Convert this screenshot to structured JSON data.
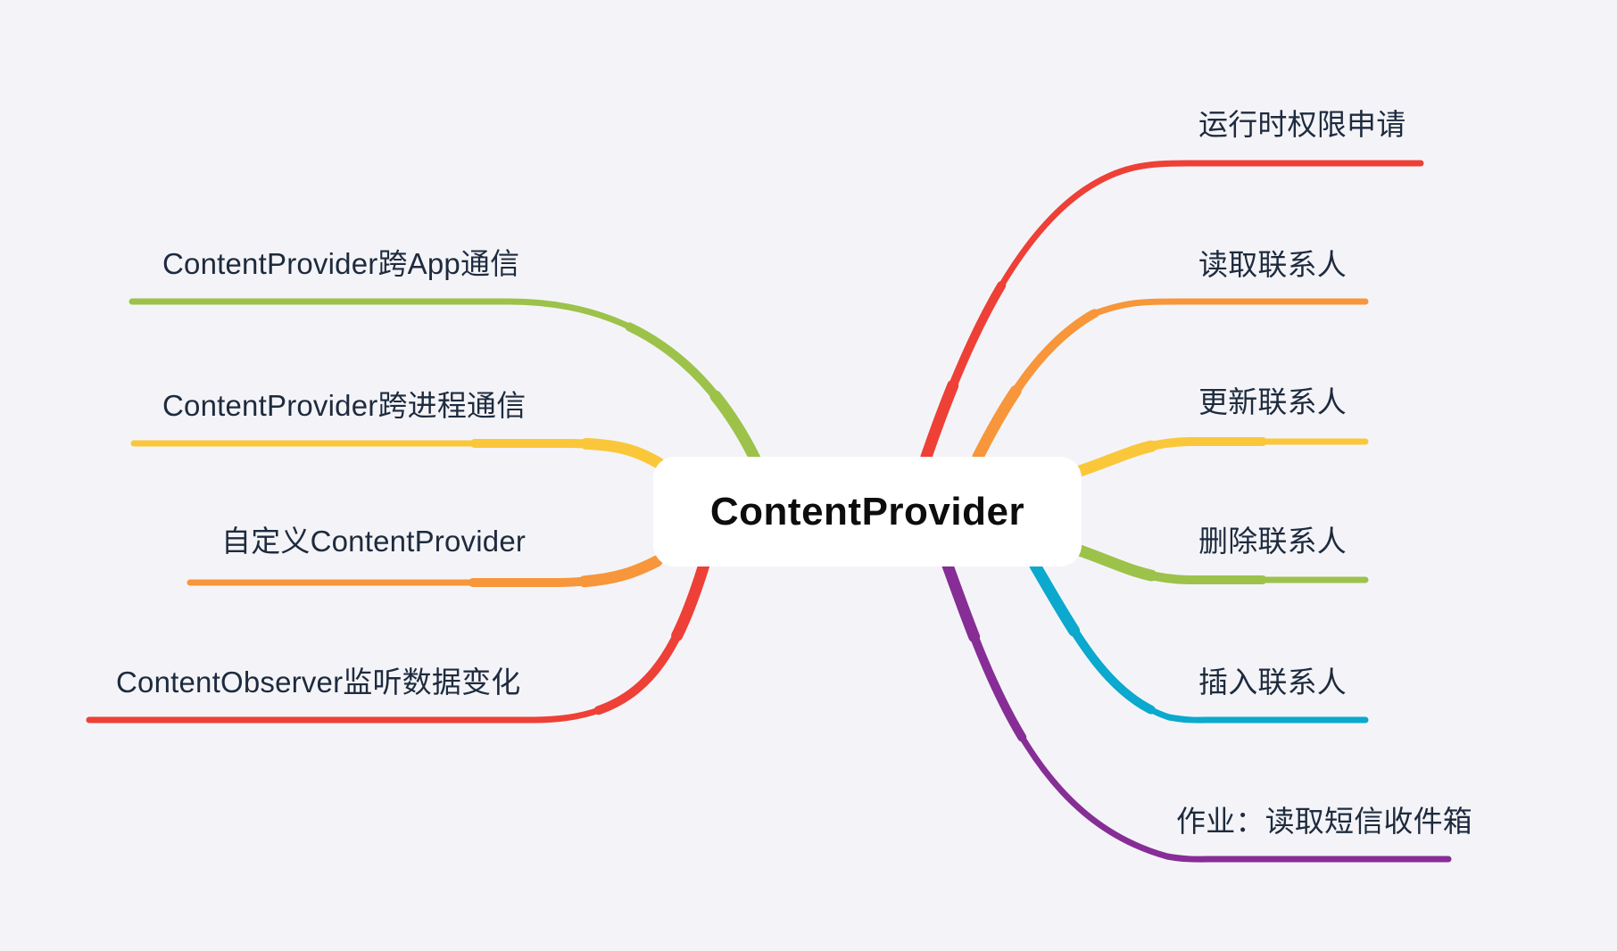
{
  "root": {
    "label": "ContentProvider"
  },
  "branches": [
    {
      "id": "cross-app",
      "side": "left",
      "label": "ContentProvider跨App通信",
      "color": "#9cc24a"
    },
    {
      "id": "cross-process",
      "side": "left",
      "label": "ContentProvider跨进程通信",
      "color": "#fbc73a"
    },
    {
      "id": "custom-provider",
      "side": "left",
      "label": "自定义ContentProvider",
      "color": "#f7963a"
    },
    {
      "id": "content-observer",
      "side": "left",
      "label": "ContentObserver监听数据变化",
      "color": "#ee4036"
    },
    {
      "id": "runtime-permission",
      "side": "right",
      "label": "运行时权限申请",
      "color": "#ee4036"
    },
    {
      "id": "read-contacts",
      "side": "right",
      "label": "读取联系人",
      "color": "#f7963a"
    },
    {
      "id": "update-contacts",
      "side": "right",
      "label": "更新联系人",
      "color": "#fbc73a"
    },
    {
      "id": "delete-contacts",
      "side": "right",
      "label": "删除联系人",
      "color": "#9cc24a"
    },
    {
      "id": "insert-contacts",
      "side": "right",
      "label": "插入联系人",
      "color": "#0aa9cd"
    },
    {
      "id": "homework-sms",
      "side": "right",
      "label": "作业：读取短信收件箱",
      "color": "#872d96"
    }
  ],
  "colors": {
    "background": "#f4f4f8",
    "label_text": "#1e2b3e",
    "node_background": "#ffffff",
    "node_text": "#0d0d0d"
  }
}
